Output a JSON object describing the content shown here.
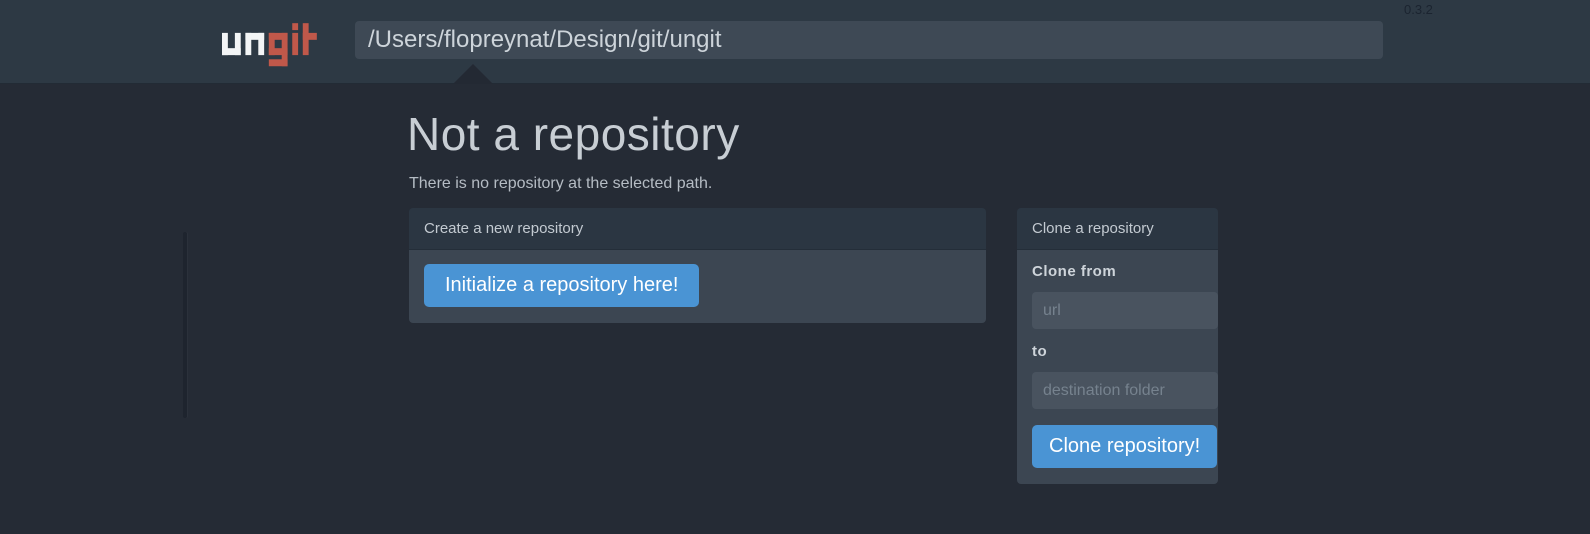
{
  "topbar": {
    "logo_text": "ungit",
    "logo_part_white": "un",
    "logo_part_red": "git",
    "path_value": "/Users/flopreynat/Design/git/ungit",
    "version": "0.3.2"
  },
  "main": {
    "title": "Not a repository",
    "subtitle": "There is no repository at the selected path.",
    "create_panel": {
      "header": "Create a new repository",
      "init_button": "Initialize a repository here!"
    },
    "clone_panel": {
      "header": "Clone a repository",
      "from_label": "Clone from",
      "url_placeholder": "url",
      "to_label": "to",
      "dest_placeholder": "destination folder",
      "clone_button": "Clone repository!"
    }
  },
  "colors": {
    "accent_blue": "#4a94d4",
    "logo_red": "#c0584a",
    "topbar_bg": "#2d3944",
    "main_bg": "#252b35",
    "panel_header_bg": "#2b3642",
    "panel_body_bg": "#3c4652"
  }
}
